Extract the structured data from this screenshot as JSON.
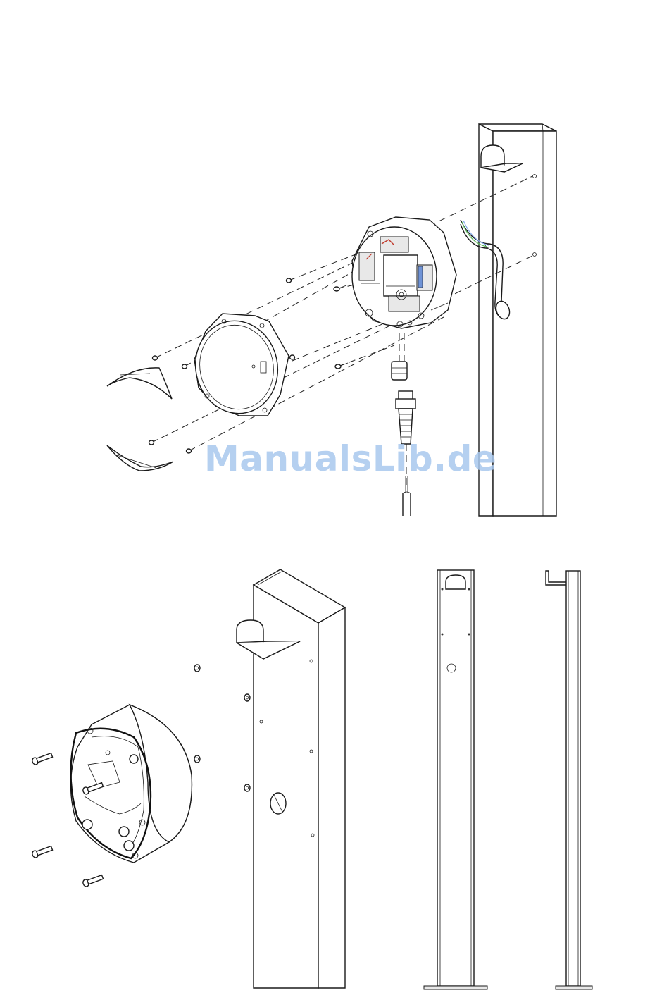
{
  "watermark": {
    "text": "ManualsLib.de",
    "color": "#a9c8ee"
  },
  "figures": [
    {
      "id": "exploded-view-charger-on-post",
      "icons": [
        "cover-shell-icon",
        "front-bezel-icon",
        "electronics-housing-icon",
        "cable-gland-icon",
        "strain-relief-icon",
        "screw-icon",
        "post-column-icon",
        "cable-holder-icon"
      ]
    },
    {
      "id": "mounting-box-on-post",
      "icons": [
        "mounting-box-icon",
        "screw-icon",
        "washer-icon",
        "post-column-icon"
      ]
    },
    {
      "id": "post-front-view",
      "icons": [
        "post-column-icon",
        "base-plate-icon"
      ]
    },
    {
      "id": "post-side-view",
      "icons": [
        "post-column-icon",
        "base-plate-icon"
      ]
    }
  ]
}
